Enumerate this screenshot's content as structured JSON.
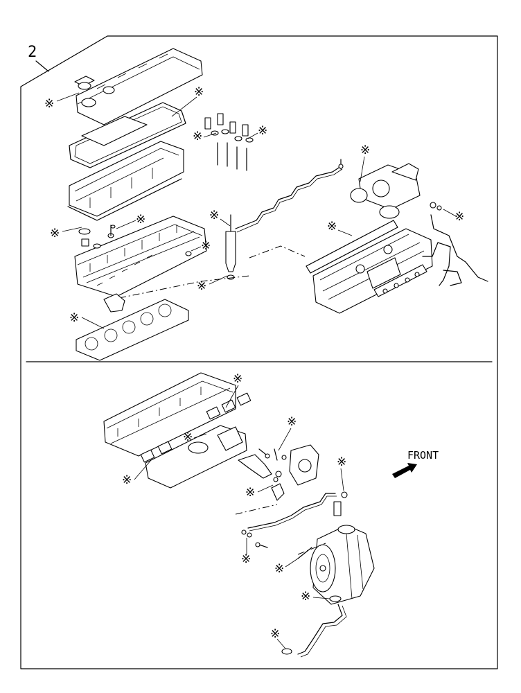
{
  "diagram": {
    "reference_number": "2",
    "front_label": "FRONT",
    "asterisk_symbol": "※",
    "colors": {
      "line": "#000000",
      "background": "#ffffff"
    },
    "icons": [
      "front-direction-arrow-icon",
      "gasket-kit-asterisk-marker"
    ]
  }
}
